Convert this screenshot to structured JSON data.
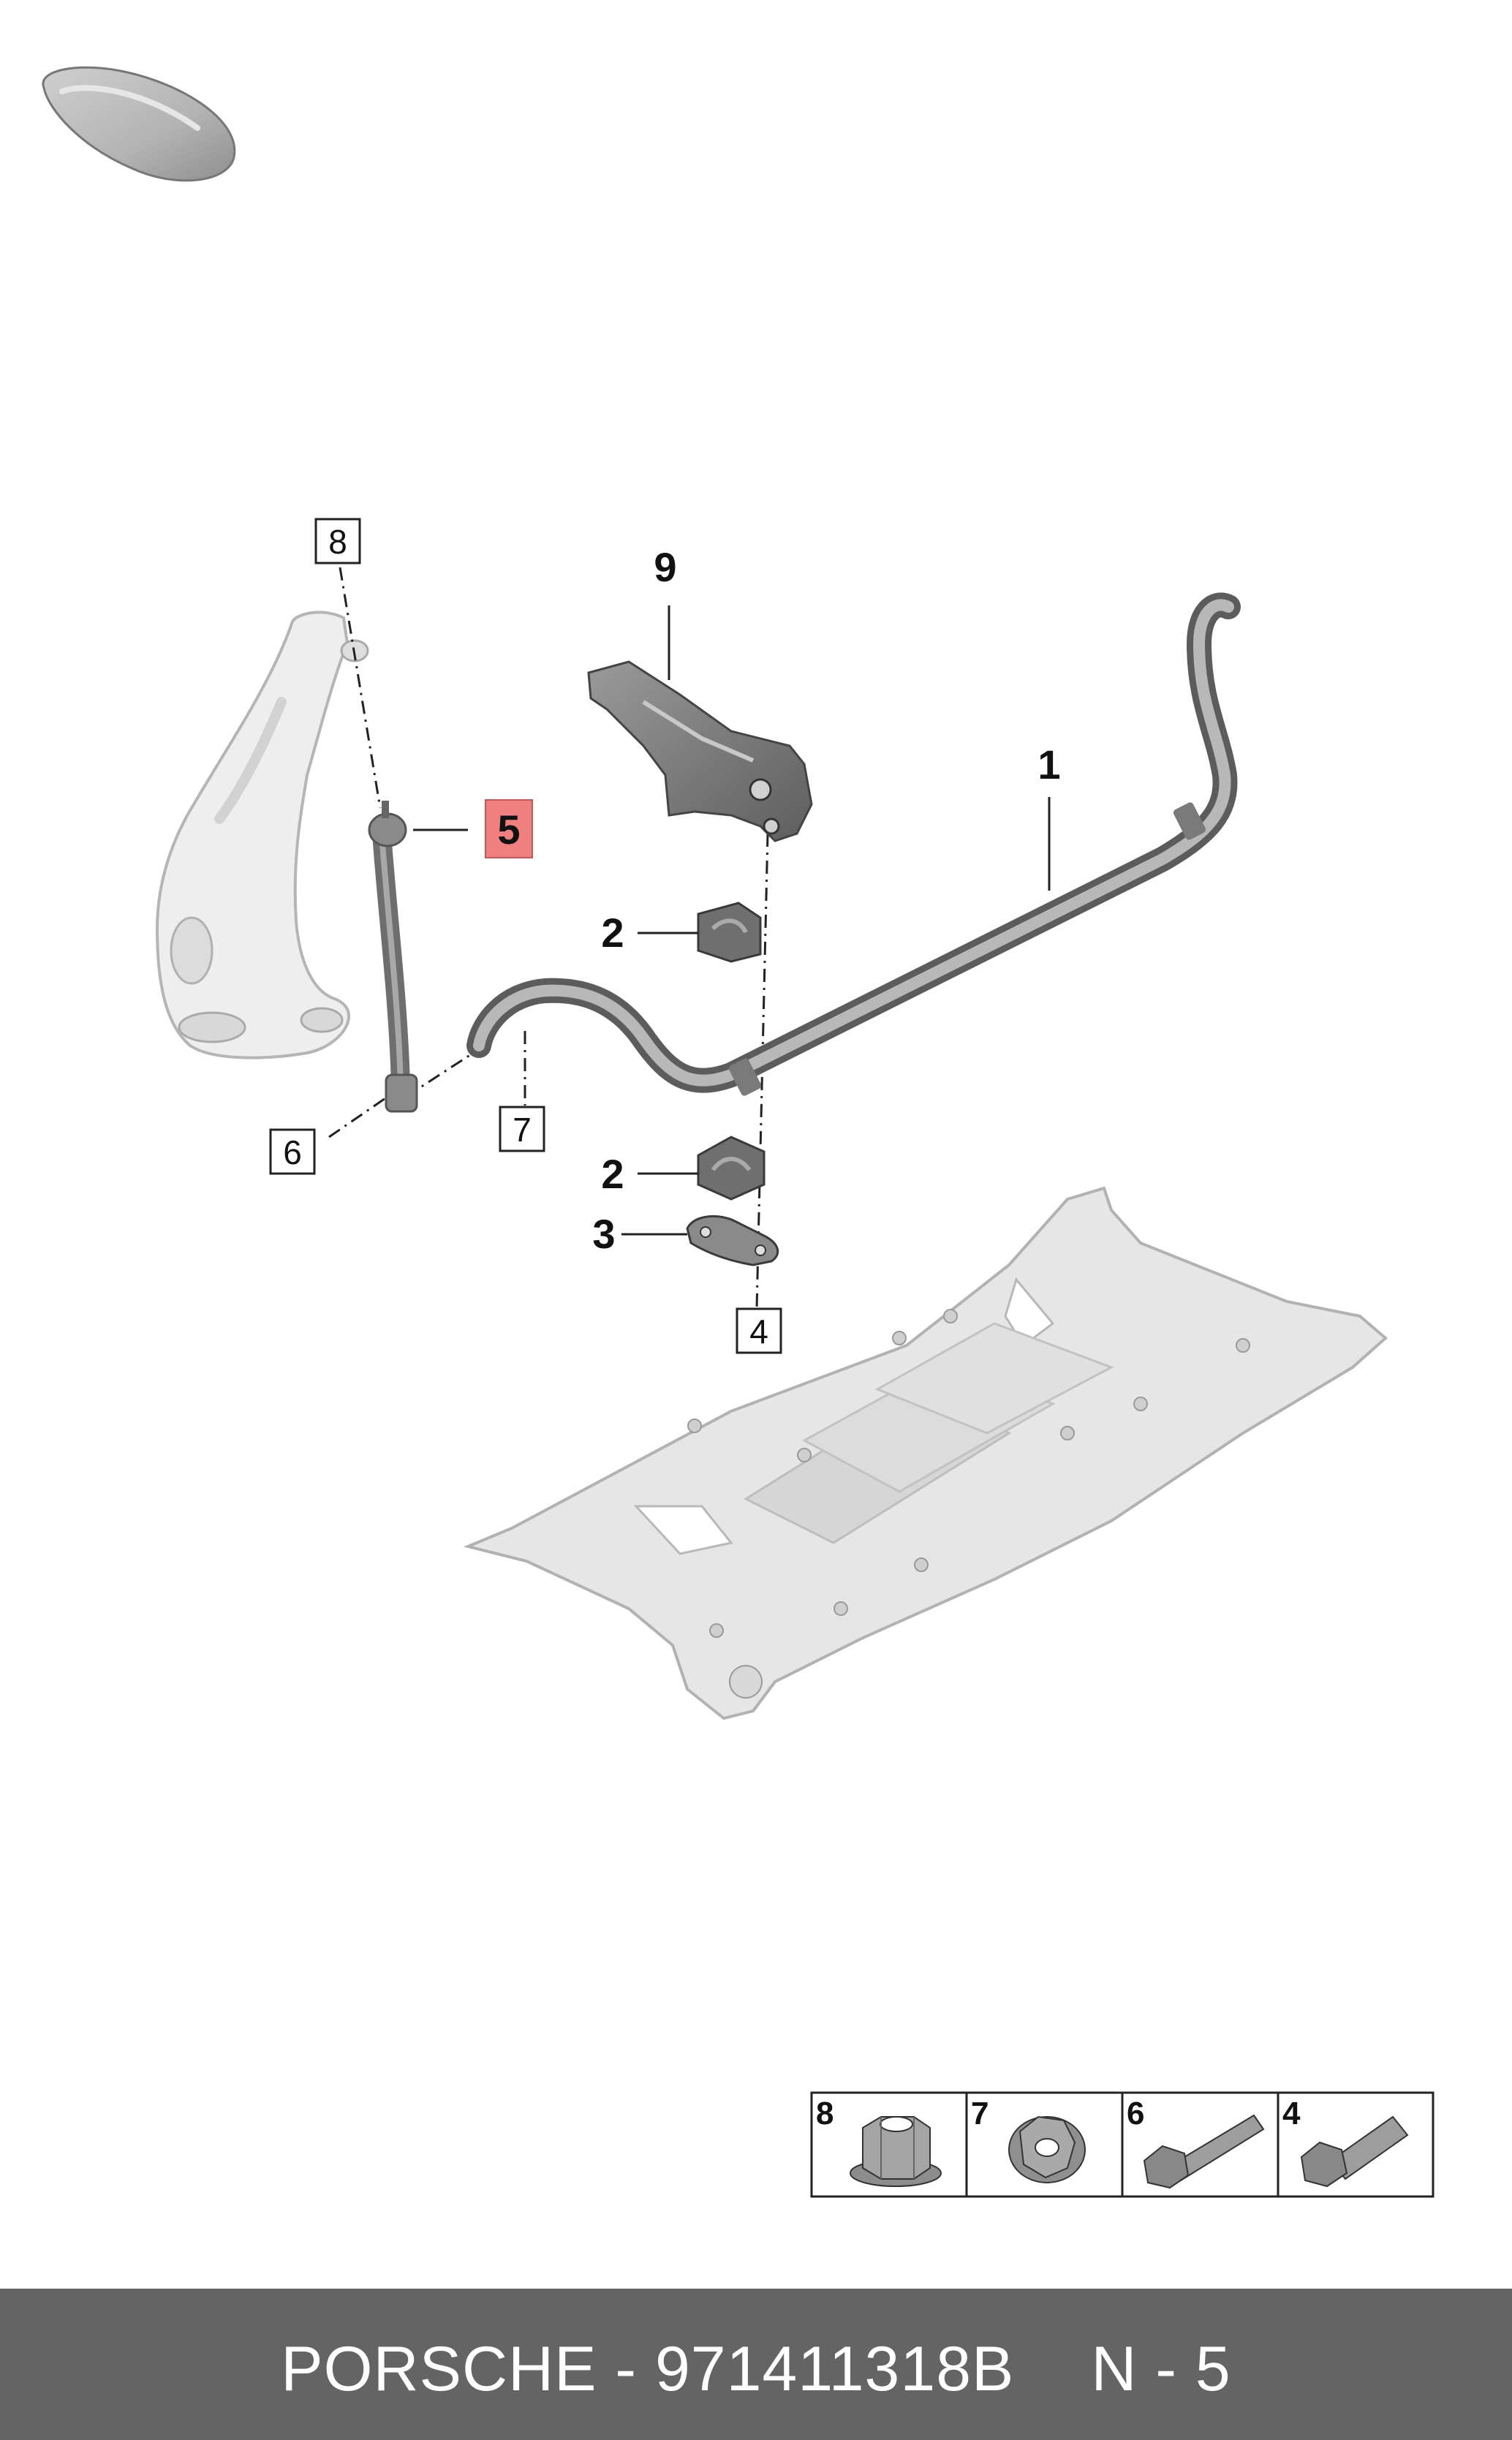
{
  "callouts": {
    "part_1": "1",
    "part_2a": "2",
    "part_2b": "2",
    "part_3": "3",
    "part_4": "4",
    "part_5": "5",
    "part_6": "6",
    "part_7": "7",
    "part_8": "8",
    "part_9": "9"
  },
  "highlight_color": "#f08080",
  "legend": [
    {
      "number": "8",
      "icon": "flange-hex-nut-icon"
    },
    {
      "number": "7",
      "icon": "lock-nut-icon"
    },
    {
      "number": "6",
      "icon": "hex-bolt-long-icon"
    },
    {
      "number": "4",
      "icon": "hex-bolt-short-icon"
    }
  ],
  "footer": {
    "brand_part": "PORSCHE - 971411318B",
    "page": "N - 5"
  }
}
